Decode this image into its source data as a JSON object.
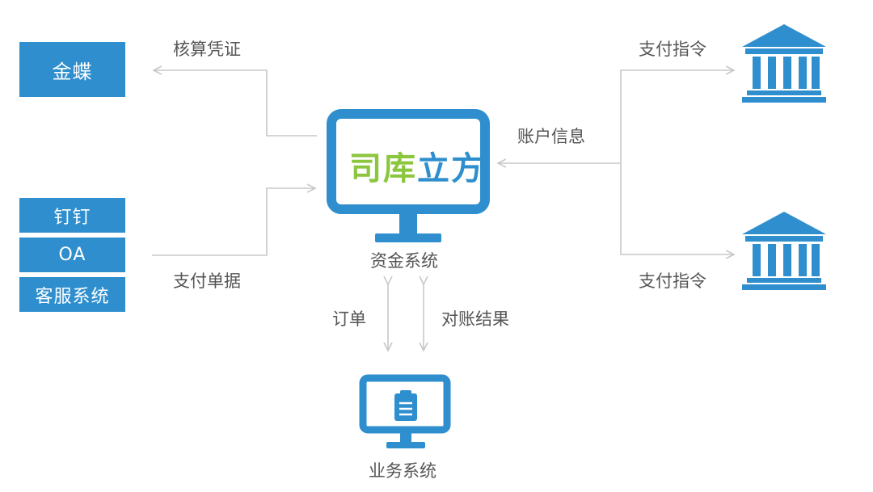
{
  "left_systems": {
    "top": "金蝶",
    "group": [
      "钉钉",
      "OA",
      "客服系统"
    ]
  },
  "labels": {
    "accounting_voucher": "核算凭证",
    "payment_documents": "支付单据",
    "center_system": "资金系统",
    "order": "订单",
    "reconciliation": "对账结果",
    "business_system": "业务系统",
    "account_info": "账户信息",
    "payment_instruction_top": "支付指令",
    "payment_instruction_bottom": "支付指令"
  },
  "logo": {
    "part1": "司库",
    "part2": "立方"
  },
  "colors": {
    "accent": "#2f8fce",
    "logo_green": "#8cc63f",
    "arrow": "#c8c8c8"
  },
  "icons": [
    "monitor-icon",
    "bank-icon",
    "document-icon"
  ]
}
